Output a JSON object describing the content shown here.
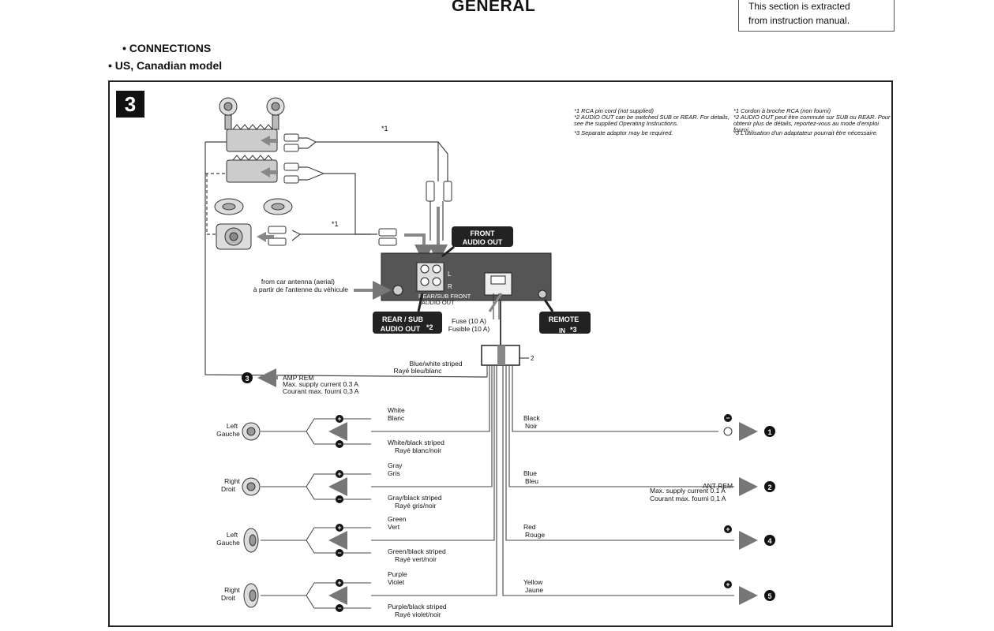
{
  "header": {
    "title": "GENERAL",
    "note_line1": "This section is extracted",
    "note_line2": "from instruction manual."
  },
  "headings": {
    "connections": "• CONNECTIONS",
    "model": "•  US, Canadian model"
  },
  "figure": {
    "number": "3",
    "footnotes_en": {
      "n1": "*1 RCA pin cord (not supplied)",
      "n2": "*2 AUDIO OUT can be switched SUB or REAR. For details, see the supplied Operating Instructions.",
      "n3": "*3 Separate adaptor may be required."
    },
    "footnotes_fr": {
      "n1": "*1 Cordon à broche RCA (non fourni)",
      "n2": "*2 AUDIO OUT peut être commuté sur SUB ou REAR. Pour obtenir plus de détails, reportez-vous au mode d'emploi fourni.",
      "n3": "*3 L'utilisation d'un adaptateur pourrait être nécessaire."
    },
    "unit": {
      "front_audio_out_1": "FRONT",
      "front_audio_out_2": "AUDIO OUT",
      "rear_sub_audio_out_1": "REAR / SUB",
      "rear_sub_audio_out_2": "AUDIO OUT",
      "rear_sub_ref": "*2",
      "remote_in_1": "REMOTE",
      "remote_in_2": "IN",
      "remote_ref": "*3",
      "jack_label_1": "REAR/SUB FRONT",
      "jack_label_2": "AUDIO OUT",
      "l": "L",
      "r": "R",
      "antenna_en": "from car antenna (aerial)",
      "antenna_fr": "à partir de l'antenne du véhicule",
      "fuse_en": "Fuse (10 A)",
      "fuse_fr": "Fusible (10 A)",
      "connector_ref": "2",
      "cord_ref_1": "*1",
      "cord_ref_2": "*1"
    },
    "amp_rem": {
      "num": "3",
      "label": "AMP REM",
      "current_en": "Max. supply current 0.3 A",
      "current_fr": "Courant max. fourni 0,3 A",
      "wire_en": "Blue/white striped",
      "wire_fr": "Rayé bleu/blanc"
    },
    "speakers": [
      {
        "side_en": "Left",
        "side_fr": "Gauche",
        "pos_en": "White",
        "pos_fr": "Blanc",
        "neg_en": "White/black striped",
        "neg_fr": "Rayé blanc/noir"
      },
      {
        "side_en": "Right",
        "side_fr": "Droit",
        "pos_en": "Gray",
        "pos_fr": "Gris",
        "neg_en": "Gray/black striped",
        "neg_fr": "Rayé gris/noir"
      },
      {
        "side_en": "Left",
        "side_fr": "Gauche",
        "pos_en": "Green",
        "pos_fr": "Vert",
        "neg_en": "Green/black striped",
        "neg_fr": "Rayé vert/noir"
      },
      {
        "side_en": "Right",
        "side_fr": "Droit",
        "pos_en": "Purple",
        "pos_fr": "Violet",
        "neg_en": "Purple/black striped",
        "neg_fr": "Rayé violet/noir"
      }
    ],
    "power_wires": [
      {
        "en": "Black",
        "fr": "Noir",
        "num": "1"
      },
      {
        "en": "Blue",
        "fr": "Bleu",
        "num": "2",
        "label": "ANT REM",
        "current_en": "Max. supply current 0.1 A",
        "current_fr": "Courant max. fourni 0,1 A"
      },
      {
        "en": "Red",
        "fr": "Rouge",
        "num": "4"
      },
      {
        "en": "Yellow",
        "fr": "Jaune",
        "num": "5"
      }
    ],
    "plus": "+",
    "minus": "−"
  }
}
